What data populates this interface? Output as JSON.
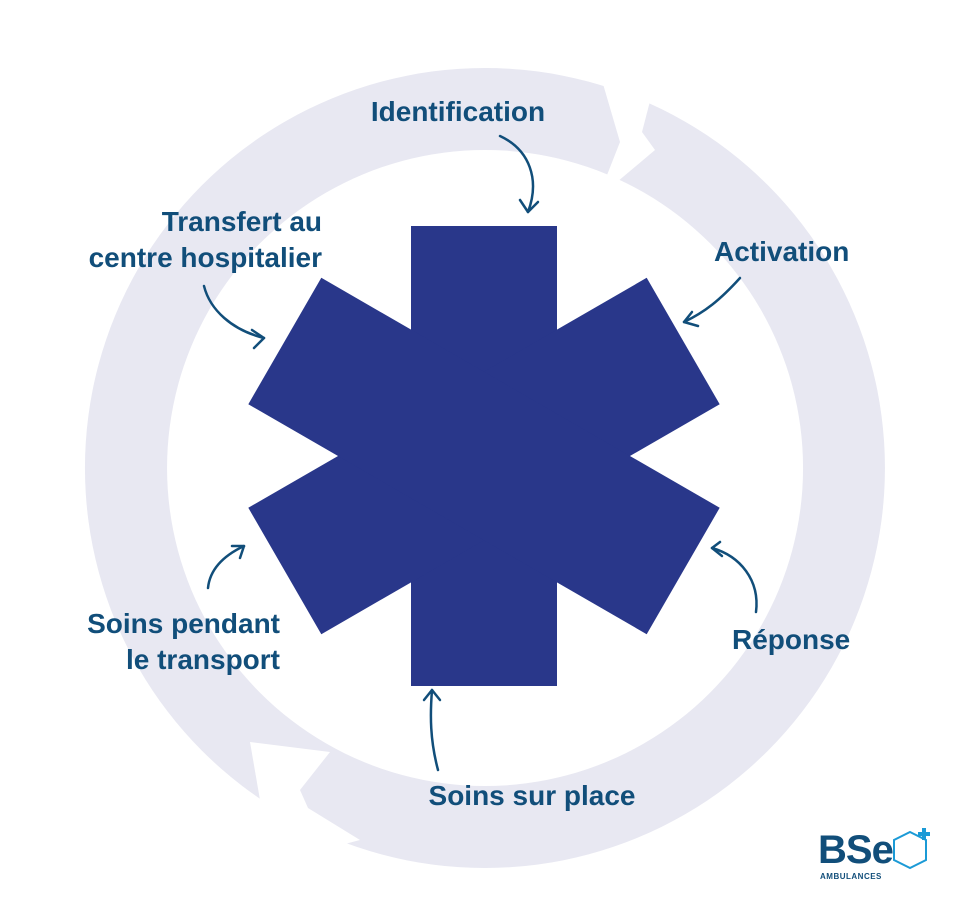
{
  "diagram": {
    "steps": [
      {
        "id": "identification",
        "label": "Identification"
      },
      {
        "id": "activation",
        "label": "Activation"
      },
      {
        "id": "reponse",
        "label": "Réponse"
      },
      {
        "id": "soins-sur-place",
        "label": "Soins sur place"
      },
      {
        "id": "soins-transport",
        "lines": [
          "Soins pendant",
          "le transport"
        ]
      },
      {
        "id": "transfert",
        "lines": [
          "Transfert au",
          "centre hospitalier"
        ]
      }
    ]
  },
  "logo": {
    "mark": "BSe",
    "subtitle": "AMBULANCES"
  },
  "colors": {
    "ring": "#e8e8f2",
    "star": "#29378a",
    "text": "#114e7a",
    "logo_accent": "#1b9ad6"
  }
}
